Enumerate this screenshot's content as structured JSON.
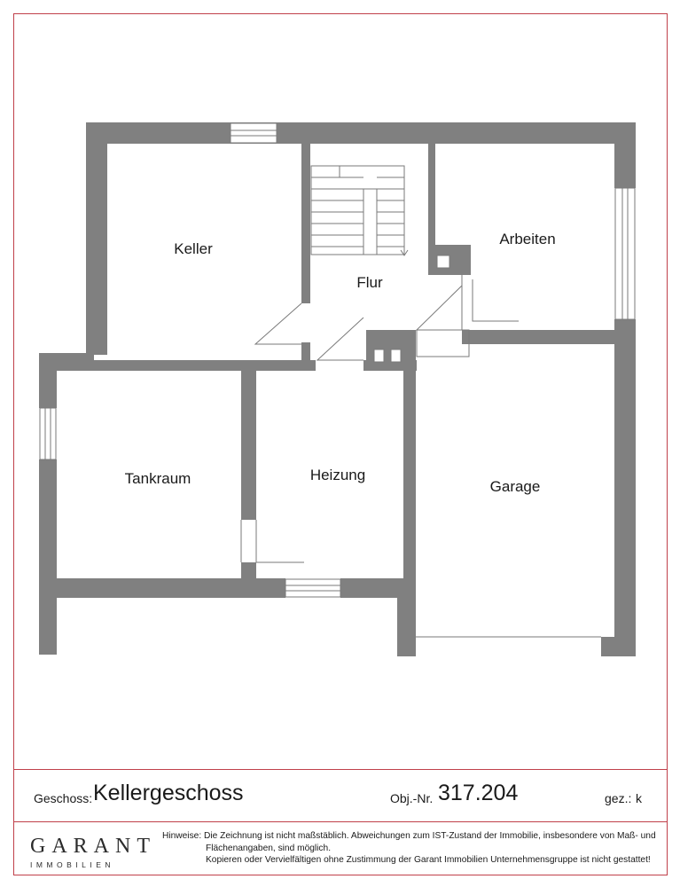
{
  "plan": {
    "rooms": {
      "keller": "Keller",
      "flur": "Flur",
      "arbeiten": "Arbeiten",
      "tankraum": "Tankraum",
      "heizung": "Heizung",
      "garage": "Garage"
    },
    "colors": {
      "wall": "#808080",
      "frame": "#c0404a",
      "line": "#7a7a7a"
    }
  },
  "title_block": {
    "geschoss_label": "Geschoss:",
    "geschoss_value": "Kellergeschoss",
    "obj_label": "Obj.-Nr.",
    "obj_value": "317.204",
    "gez_label": "gez.:",
    "gez_value": "k"
  },
  "logo": {
    "main": "GARANT",
    "sub": "IMMOBILIEN"
  },
  "notes": {
    "line1": "Hinweise: Die Zeichnung ist nicht maßstäblich. Abweichungen zum IST-Zustand der Immobilie, insbesondere von Maß- und",
    "line2": "Flächenangaben, sind möglich.",
    "line3": "Kopieren oder Vervielfältigen ohne Zustimmung der Garant Immobilien Unternehmensgruppe ist nicht gestattet!"
  }
}
